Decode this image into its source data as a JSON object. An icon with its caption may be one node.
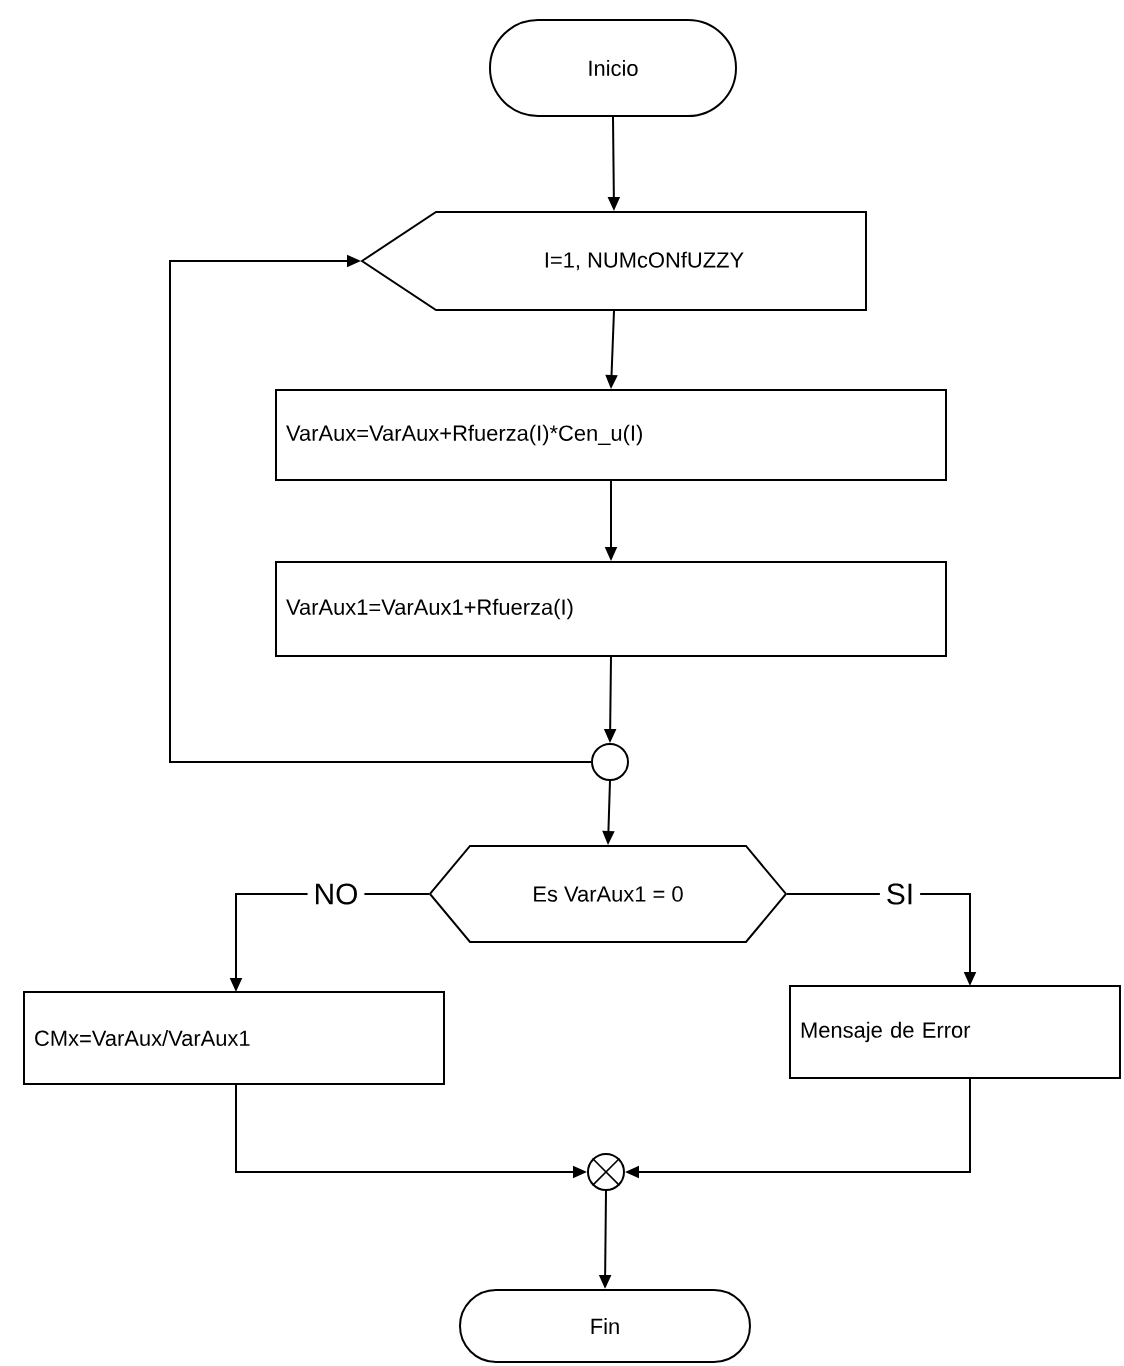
{
  "diagram": {
    "nodes": [
      {
        "text": [
          "Inicio"
        ]
      },
      {
        "text": [
          "I=1, NUMcONfUZZY"
        ]
      },
      {
        "text": [
          "VarAux=VarAux+Rfuerza(I)*Cen_u(I)"
        ]
      },
      {
        "text": [
          "VarAux1=VarAux1+Rfuerza(I)"
        ]
      },
      {
        "text": [],
        "shape": "circle"
      },
      {
        "text": [
          "Es VarAux1 = 0"
        ]
      },
      {
        "text": [
          "CMx=VarAux/VarAux1"
        ]
      },
      {
        "text": [
          "Mensaje de Error"
        ]
      },
      {
        "text": [],
        "shape": "circle"
      },
      {
        "text": [
          "Fin"
        ]
      }
    ],
    "edges": [
      {
        "from": 0,
        "to": 1,
        "arrow": "to"
      },
      {
        "from": 1,
        "to": 2,
        "arrow": "to"
      },
      {
        "from": 2,
        "to": 3,
        "arrow": "to"
      },
      {
        "from": 3,
        "to": 4,
        "arrow": "to"
      },
      {
        "from": 4,
        "to": 1,
        "arrow": "to"
      },
      {
        "from": 4,
        "to": 5,
        "arrow": "to"
      },
      {
        "from": 5,
        "to": 6,
        "arrow": "to",
        "label": "NO"
      },
      {
        "from": 5,
        "to": 7,
        "arrow": "to",
        "label": "SI"
      },
      {
        "from": 6,
        "to": 8,
        "arrow": "to"
      },
      {
        "from": 7,
        "to": 8,
        "arrow": "to"
      },
      {
        "from": 8,
        "to": 9,
        "arrow": "to"
      }
    ]
  }
}
